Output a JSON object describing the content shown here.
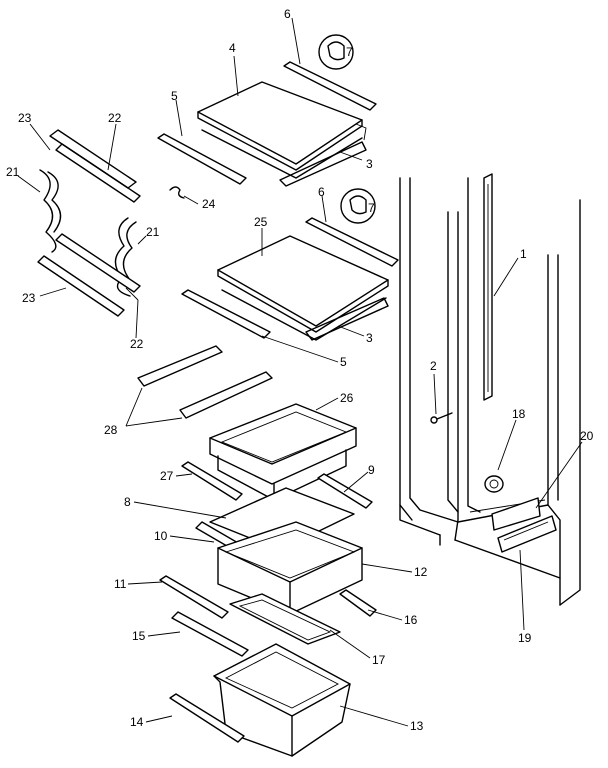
{
  "callouts": [
    {
      "id": "c1",
      "text": "1"
    },
    {
      "id": "c2",
      "text": "2"
    },
    {
      "id": "c3a",
      "text": "3"
    },
    {
      "id": "c3b",
      "text": "3"
    },
    {
      "id": "c4",
      "text": "4"
    },
    {
      "id": "c5a",
      "text": "5"
    },
    {
      "id": "c5b",
      "text": "5"
    },
    {
      "id": "c6a",
      "text": "6"
    },
    {
      "id": "c6b",
      "text": "6"
    },
    {
      "id": "c7a",
      "text": "7"
    },
    {
      "id": "c7b",
      "text": "7"
    },
    {
      "id": "c8",
      "text": "8"
    },
    {
      "id": "c9",
      "text": "9"
    },
    {
      "id": "c10",
      "text": "10"
    },
    {
      "id": "c11",
      "text": "11"
    },
    {
      "id": "c12",
      "text": "12"
    },
    {
      "id": "c13",
      "text": "13"
    },
    {
      "id": "c14",
      "text": "14"
    },
    {
      "id": "c15",
      "text": "15"
    },
    {
      "id": "c16",
      "text": "16"
    },
    {
      "id": "c17",
      "text": "17"
    },
    {
      "id": "c18",
      "text": "18"
    },
    {
      "id": "c19",
      "text": "19"
    },
    {
      "id": "c20",
      "text": "20"
    },
    {
      "id": "c21a",
      "text": "21"
    },
    {
      "id": "c21b",
      "text": "21"
    },
    {
      "id": "c22a",
      "text": "22"
    },
    {
      "id": "c22b",
      "text": "22"
    },
    {
      "id": "c23a",
      "text": "23"
    },
    {
      "id": "c23b",
      "text": "23"
    },
    {
      "id": "c24",
      "text": "24"
    },
    {
      "id": "c25",
      "text": "25"
    },
    {
      "id": "c26",
      "text": "26"
    },
    {
      "id": "c27",
      "text": "27"
    },
    {
      "id": "c28",
      "text": "28"
    }
  ]
}
